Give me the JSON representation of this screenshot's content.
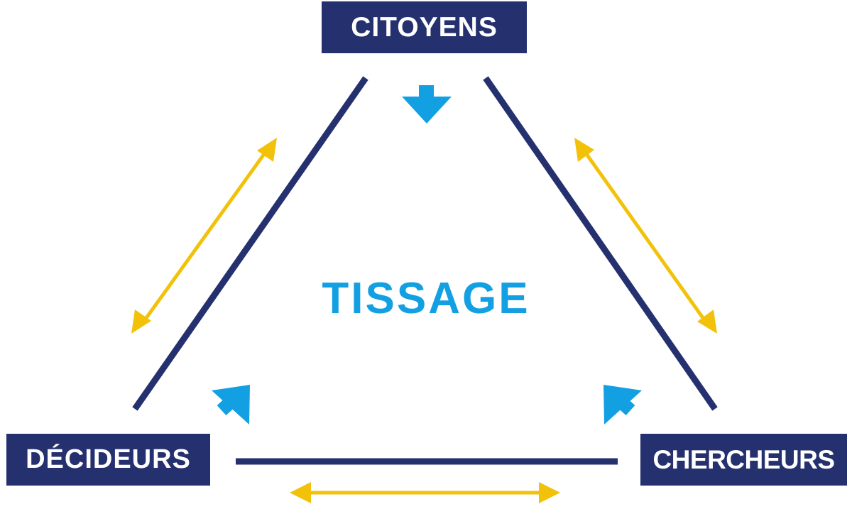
{
  "colors": {
    "navy": "#25306e",
    "yellow": "#f2c20a",
    "blue": "#13a0e3"
  },
  "nodes": {
    "top": "CITOYENS",
    "left": "DÉCIDEURS",
    "right": "CHERCHEURS"
  },
  "center": "TISSAGE",
  "arrows": {
    "exchange": [
      "double-headed-arrow-icon",
      "double-headed-arrow-icon",
      "double-headed-arrow-icon"
    ],
    "inward": [
      "arrow-down-icon",
      "arrow-up-right-icon",
      "arrow-up-left-icon"
    ]
  }
}
